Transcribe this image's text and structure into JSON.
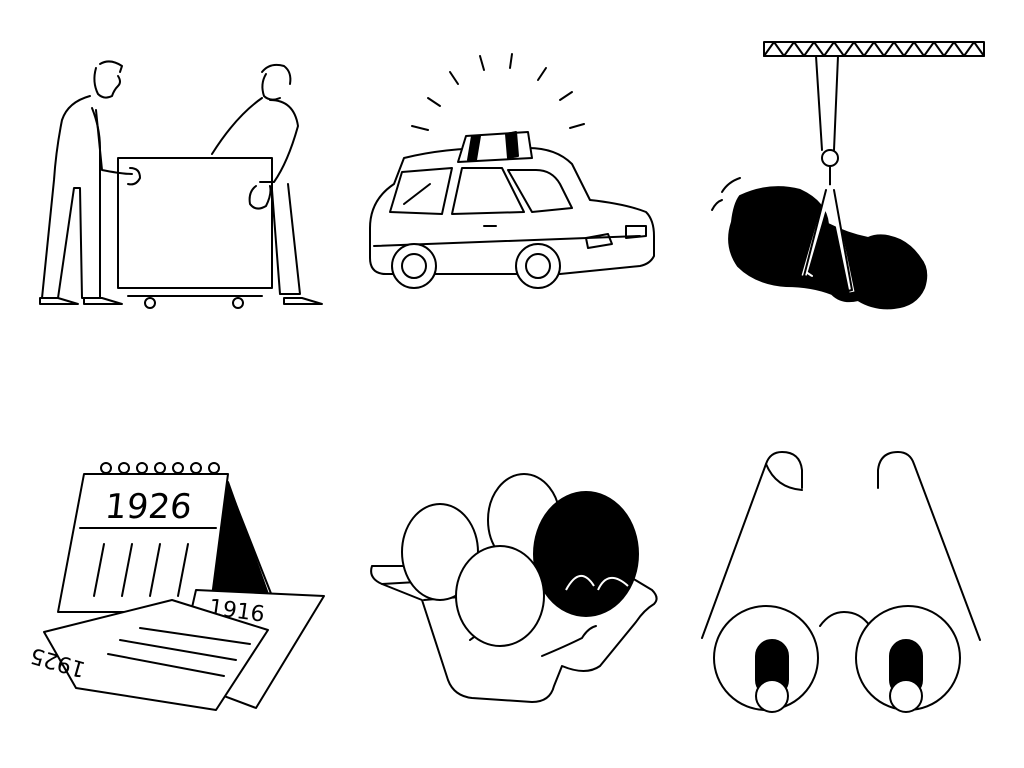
{
  "calendar": {
    "current_year": "1926",
    "page_left": "1925",
    "page_right": "1916"
  },
  "colors": {
    "ink": "#000000",
    "paper": "#ffffff"
  },
  "illustrations": [
    {
      "icon": "movers-with-box-icon"
    },
    {
      "icon": "police-car-icon"
    },
    {
      "icon": "crane-claw-rock-icon"
    },
    {
      "icon": "calendar-years-icon"
    },
    {
      "icon": "egg-carton-icon"
    },
    {
      "icon": "glasses-eyes-icon"
    }
  ]
}
